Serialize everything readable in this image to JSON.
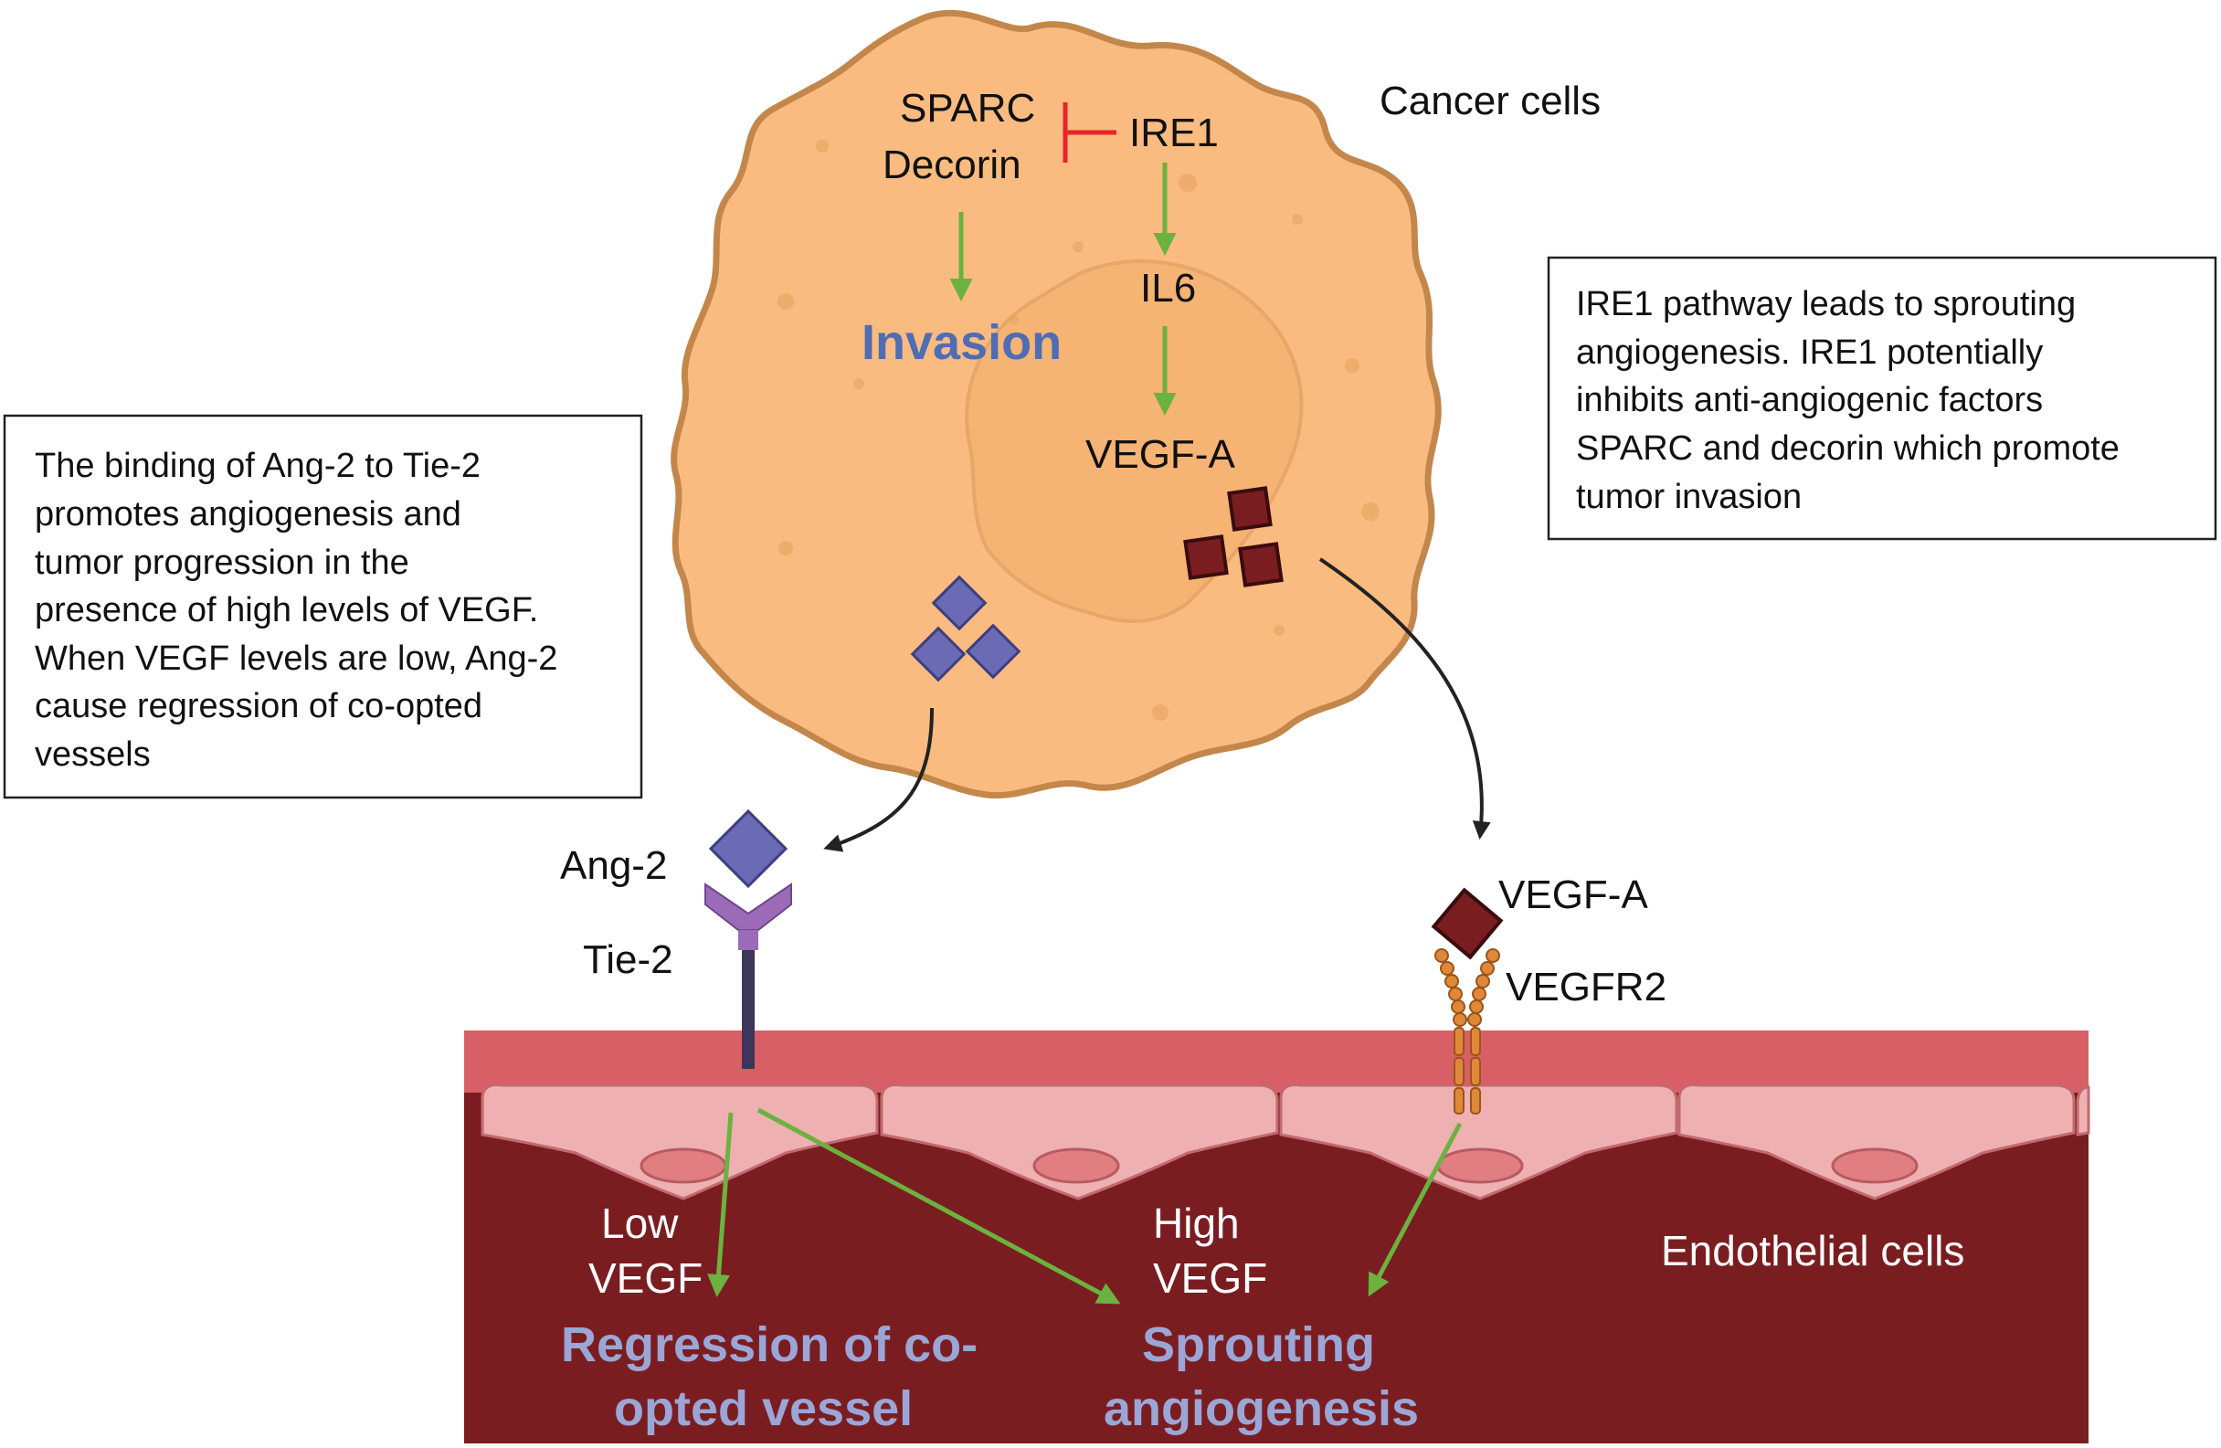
{
  "labels": {
    "cancer_cells": "Cancer cells",
    "sparc": "SPARC",
    "decorin": "Decorin",
    "ire1": "IRE1",
    "il6": "IL6",
    "vegf_a_inside": "VEGF-A",
    "invasion": "Invasion",
    "ang2": "Ang-2",
    "tie2": "Tie-2",
    "vegf_a_receptor": "VEGF-A",
    "vegfr2": "VEGFR2",
    "endothelial_cells": "Endothelial cells",
    "low_vegf_1": "Low",
    "low_vegf_2": "VEGF",
    "high_vegf_1": "High",
    "high_vegf_2": "VEGF",
    "regression_1": "Regression of co-",
    "regression_2": "opted vessel",
    "sprouting_1": "Sprouting",
    "sprouting_2": "angiogenesis"
  },
  "left_box": {
    "lines": [
      "The binding of Ang-2 to Tie-2",
      "promotes angiogenesis and",
      "tumor progression in the",
      "presence of high levels of VEGF.",
      "When VEGF levels are low, Ang-2",
      "cause regression of co-opted",
      "vessels"
    ]
  },
  "right_box": {
    "lines": [
      "IRE1 pathway leads to sprouting",
      "angiogenesis. IRE1 potentially",
      "inhibits anti-angiogenic factors",
      "SPARC and decorin which promote",
      "tumor invasion"
    ]
  },
  "colors": {
    "cell_fill": "#f9bb80",
    "cell_stroke": "#c4874b",
    "activation_arrow": "#6bb23f",
    "inhibition": "#e8242b",
    "ang2": "#6b6bb5",
    "vegf": "#7a1d20",
    "vessel_wall": "#d85f66",
    "endothelial": "#efb0b2",
    "lumen": "#7a1d21",
    "tie2_receptor": "#9b6bb8",
    "vegfr2_receptor": "#e0883a"
  }
}
